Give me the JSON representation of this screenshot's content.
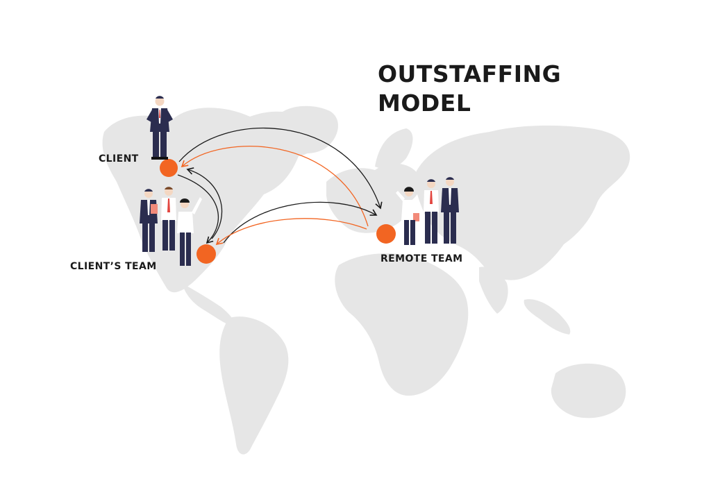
{
  "title": {
    "line1": "OUTSTAFFING",
    "line2": "MODEL"
  },
  "nodes": {
    "client": {
      "label": "CLIENT"
    },
    "clients_team": {
      "label": "CLIENT’S TEAM"
    },
    "remote_team": {
      "label": "REMOTE TEAM"
    }
  },
  "colors": {
    "accent": "#f26522",
    "map": "#e6e6e6",
    "arrow_dark": "#1a1a1a",
    "suit": "#2b2d4f",
    "text": "#1a1a1a"
  },
  "icons": [
    "businessman-figure",
    "businesswoman-figure",
    "arrow-head"
  ]
}
